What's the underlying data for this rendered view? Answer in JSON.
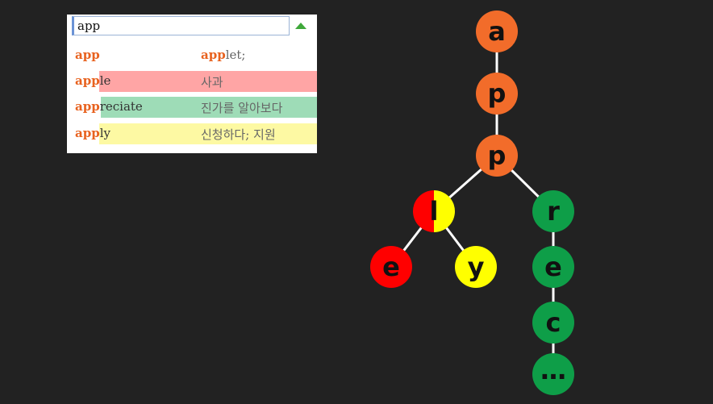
{
  "search": {
    "value": "app"
  },
  "suggestions": [
    {
      "prefix": "app",
      "rest": "",
      "meaning": "applet;",
      "meaning_prefix": "app",
      "meaning_rest": "let;",
      "color": "#ffffff"
    },
    {
      "prefix": "app",
      "rest": "le",
      "meaning": "사과",
      "color": "#ffa5a5"
    },
    {
      "prefix": "app",
      "rest": "reciate",
      "meaning": "진가를 알아보다",
      "color": "#9edcb7"
    },
    {
      "prefix": "app",
      "rest": "ly",
      "meaning": "신청하다; 지원",
      "color": "#fdf9a3"
    }
  ],
  "colors": {
    "shared": "#f26c2a",
    "apple": "#ff0000",
    "apply": "#ffff00",
    "appreciate": "#0e9e48",
    "edge": "#ffffff",
    "background": "#222222"
  },
  "trie": {
    "nodes": [
      {
        "id": "a",
        "label": "a",
        "color": "shared"
      },
      {
        "id": "p1",
        "label": "p",
        "color": "shared"
      },
      {
        "id": "p2",
        "label": "p",
        "color": "shared"
      },
      {
        "id": "l",
        "label": "l",
        "color": "split"
      },
      {
        "id": "e1",
        "label": "e",
        "color": "apple"
      },
      {
        "id": "y",
        "label": "y",
        "color": "apply"
      },
      {
        "id": "r",
        "label": "r",
        "color": "appreciate"
      },
      {
        "id": "e2",
        "label": "e",
        "color": "appreciate"
      },
      {
        "id": "c",
        "label": "c",
        "color": "appreciate"
      },
      {
        "id": "more",
        "label": "…",
        "color": "appreciate"
      }
    ],
    "edges": [
      [
        "a",
        "p1"
      ],
      [
        "p1",
        "p2"
      ],
      [
        "p2",
        "l"
      ],
      [
        "p2",
        "r"
      ],
      [
        "l",
        "e1"
      ],
      [
        "l",
        "y"
      ],
      [
        "r",
        "e2"
      ],
      [
        "e2",
        "c"
      ],
      [
        "c",
        "more"
      ]
    ]
  }
}
